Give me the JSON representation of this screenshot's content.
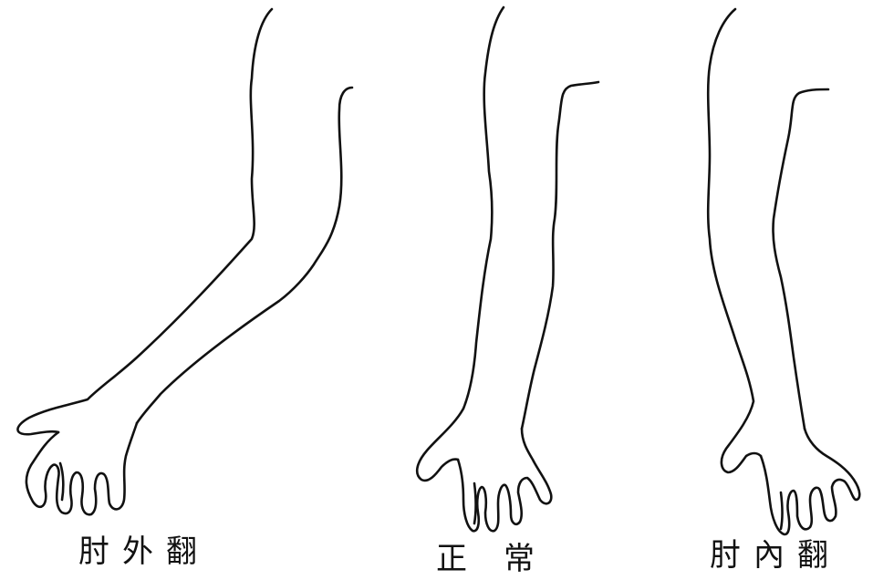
{
  "labels": {
    "elbow_valgus": "肘外翻",
    "normal": "正常",
    "elbow_varus": "肘內翻"
  },
  "colors": {
    "line": "#111111",
    "background": "#ffffff"
  }
}
